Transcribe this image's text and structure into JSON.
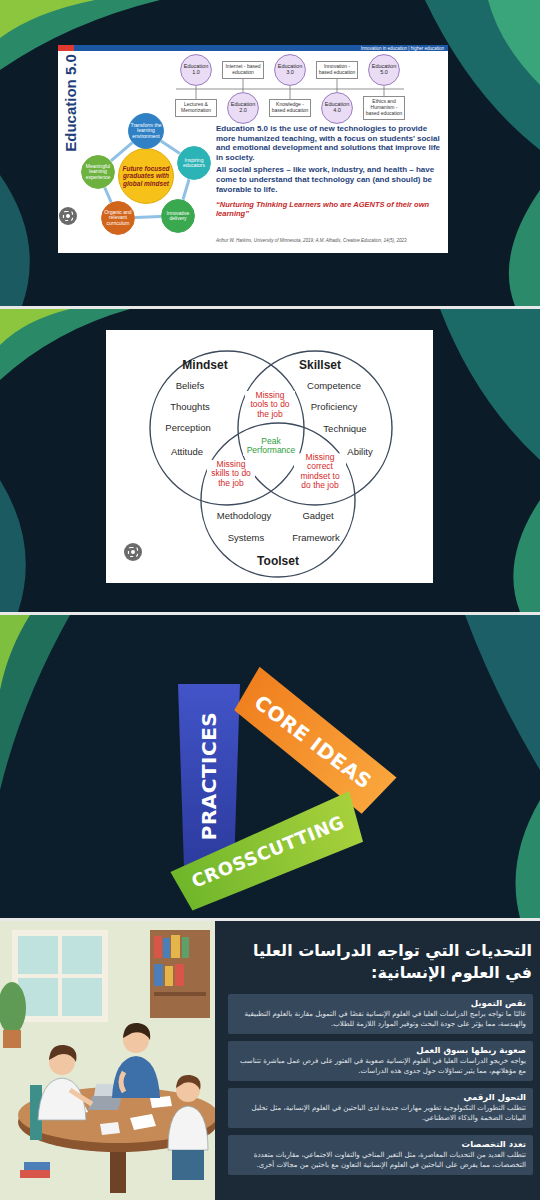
{
  "diagram": {
    "nodes": [
      {
        "text": [
          "Education 1.0"
        ]
      },
      {
        "text": [
          "Lectures & Memorization"
        ]
      },
      {
        "text": [
          "Internet - based education"
        ]
      },
      {
        "text": [
          "Education 2.0"
        ]
      },
      {
        "text": [
          "Education 3.0"
        ]
      },
      {
        "text": [
          "Knowledge - based education"
        ]
      },
      {
        "text": [
          "Innovation - based education"
        ]
      },
      {
        "text": [
          "Education 4.0"
        ]
      },
      {
        "text": [
          "Education 5.0"
        ]
      },
      {
        "text": [
          "Ethics and Humanism - based education"
        ]
      },
      {
        "text": [
          "Future focused graduates with global mindset"
        ]
      },
      {
        "text": [
          "Transform the learning environment"
        ]
      },
      {
        "text": [
          "Inspiring educators"
        ]
      },
      {
        "text": [
          "Innovative delivery"
        ]
      },
      {
        "text": [
          "Organic and relevant curriculum"
        ]
      },
      {
        "text": [
          "Meaningful learning experience"
        ]
      },
      {
        "text": [
          "Mindset",
          "Beliefs",
          "Thoughts",
          "Perception",
          "Attitude"
        ]
      },
      {
        "text": [
          "Skillset",
          "Competence",
          "Proficiency",
          "Technique",
          "Ability"
        ]
      },
      {
        "text": [
          "Methodology",
          "Gadget",
          "Systems",
          "Framework",
          "Toolset"
        ]
      },
      {
        "text": [
          "PRACTICES"
        ]
      },
      {
        "text": [
          "CORE IDEAS"
        ]
      },
      {
        "text": [
          "CROSSCUTTING"
        ]
      },
      {
        "text": [
          "نقص التمويل",
          "غالبًا ما تواجه برامج الدراسات العليا في العلوم الإنسانية نقصًا في التمويل مقارنة بالعلوم التطبيقية والهندسة، مما يؤثر على جودة البحث وتوفير الموارد اللازمة للطلاب."
        ]
      },
      {
        "text": [
          "صعوبة ربطها بسوق العمل",
          "يواجه خريجو الدراسات العليا في العلوم الإنسانية صعوبة في العثور على فرص عمل مباشرة تتناسب مع مؤهلاتهم، مما يثير تساؤلات حول جدوى هذه الدراسات."
        ]
      },
      {
        "text": [
          "التحول الرقمي",
          "تتطلب التطورات التكنولوجية تطوير مهارات جديدة لدى الباحثين في العلوم الإنسانية، مثل تحليل البيانات الضخمة والذكاء الاصطناعي."
        ]
      },
      {
        "text": [
          "تعدد التخصصات",
          "تتطلب العديد من التحديات المعاصرة، مثل التغير المناخي والتفاوت الاجتماعي، مقاربات متعددة التخصصات، مما يفرض على الباحثين في العلوم الإنسانية التعاون مع باحثين من مجالات أخرى."
        ]
      }
    ],
    "edges": [
      {
        "from": 0,
        "to": 1,
        "arrow": "none"
      },
      {
        "from": 3,
        "to": 2,
        "arrow": "none"
      },
      {
        "from": 4,
        "to": 5,
        "arrow": "none"
      },
      {
        "from": 7,
        "to": 6,
        "arrow": "none"
      },
      {
        "from": 8,
        "to": 9,
        "arrow": "none"
      },
      {
        "from": 11,
        "to": 12,
        "arrow": "none"
      },
      {
        "from": 12,
        "to": 13,
        "arrow": "none"
      },
      {
        "from": 13,
        "to": 14,
        "arrow": "none"
      },
      {
        "from": 14,
        "to": 15,
        "arrow": "none"
      },
      {
        "from": 15,
        "to": 11,
        "arrow": "none"
      }
    ],
    "labels": [
      "Innovation in education | higher education",
      "Education 5.0",
      "Education 5.0 is the use of new technologies to provide more humanized teaching, with a focus on students' social and emotional development and solutions that improve life in society.",
      "All social spheres – like work, industry, and health – have come to understand that technology can (and should) be favorable to life.",
      "“Nurturing Thinking Learners who are AGENTS of their own learning”",
      "Arthur W. Harkins, University of Minnesota, 2019; A.M. Alhadis, Creative Education, 14(5), 2023",
      "Missing tools to do the job",
      "Peak Performance",
      "Missing skills to do the job",
      "Missing correct mindset to do the job",
      "التحديات التي تواجه الدراسات العليا في العلوم الإنسانية:"
    ]
  }
}
